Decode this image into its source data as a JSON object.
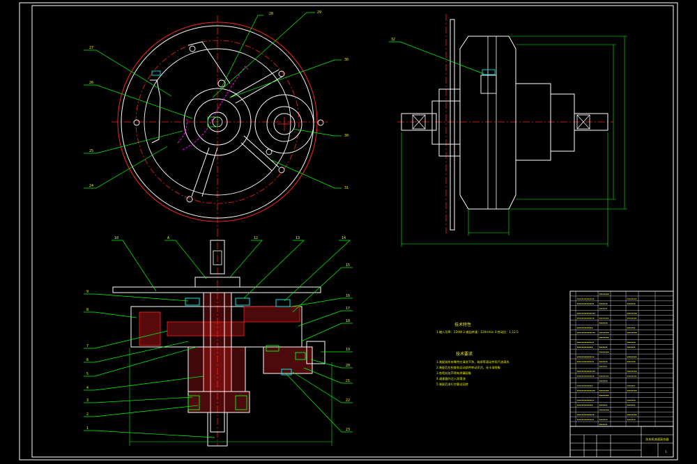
{
  "drawing": {
    "colors": {
      "background": "#000000",
      "outline": "#ffffff",
      "center_line": "#ff2020",
      "leader": "#00ff00",
      "text": "#f2f200",
      "part": "#00ffff",
      "hidden_part": "#ff00ff"
    },
    "top_view_labels": [
      "28",
      "29",
      "30",
      "27",
      "26",
      "25",
      "24",
      "30",
      "31"
    ],
    "side_view_labels": [
      "32"
    ],
    "section_view_labels": [
      "10",
      "A",
      "12",
      "13",
      "14",
      "9",
      "8",
      "7",
      "6",
      "5",
      "4",
      "3",
      "2",
      "1",
      "15",
      "16",
      "17",
      "18",
      "19",
      "20",
      "21",
      "22",
      "23"
    ],
    "notes": {
      "spec_title": "技术特性",
      "spec_line": "1.输入功率：220W 2.输出转速：120r/min 3.传动比：1:12.5",
      "req_title": "技术要求",
      "req_lines": [
        "1.装配前所有零件应清洗干净，轴承等滚动件用汽油清洗",
        "2.装配后应检查各运动部件转动灵活，无卡滞现象",
        "3.各密封处不得有渗漏现象",
        "4.减速器内注入润滑油",
        "5.装配后进行空载试运转"
      ]
    },
    "title_block": {
      "drawing_name": "洗衣机减速离合器",
      "sheet": "1"
    }
  }
}
